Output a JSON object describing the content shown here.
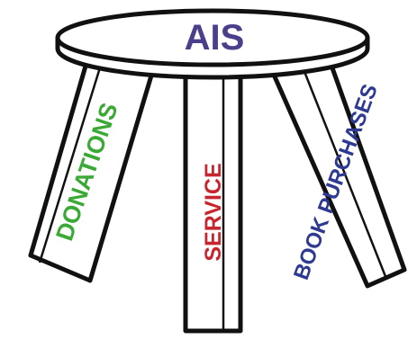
{
  "seat": {
    "label": "AIS",
    "color": "#4b3f8c"
  },
  "legs": [
    {
      "label": "DONATIONS",
      "color": "#3aa935"
    },
    {
      "label": "SERVICE",
      "color": "#c8262f"
    },
    {
      "label": "BOOK PURCHASES",
      "color": "#2e3a92"
    }
  ]
}
